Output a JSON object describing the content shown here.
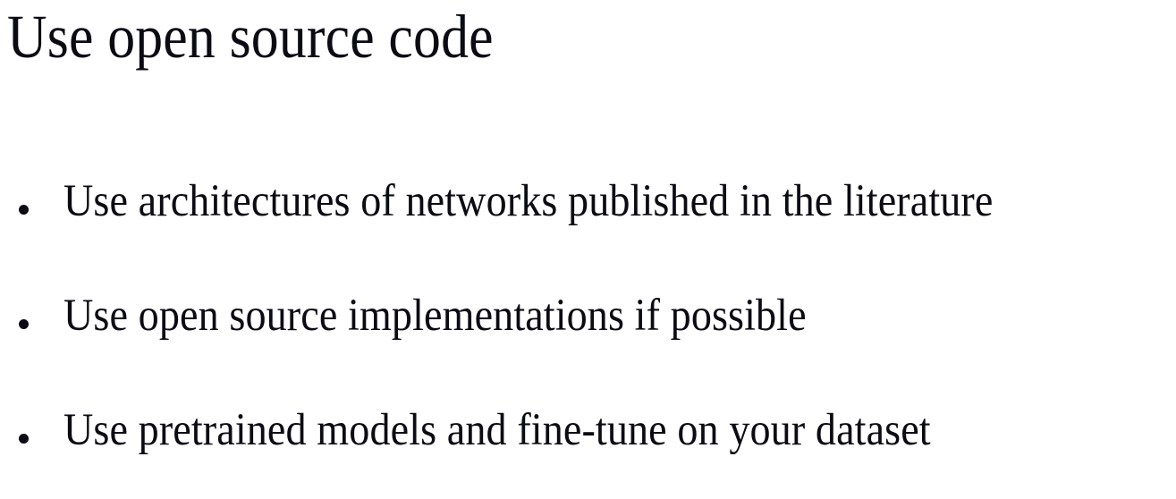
{
  "slide": {
    "background_color": "#ffffff",
    "text_color": "#0b0b14",
    "title": "Use open source code",
    "bullet_glyph": "bullet-dot",
    "bullets": [
      {
        "text": "Use architectures of networks published in the literature"
      },
      {
        "text": "Use open source implementations if possible"
      },
      {
        "text": "Use pretrained models and fine-tune on your dataset"
      }
    ]
  }
}
